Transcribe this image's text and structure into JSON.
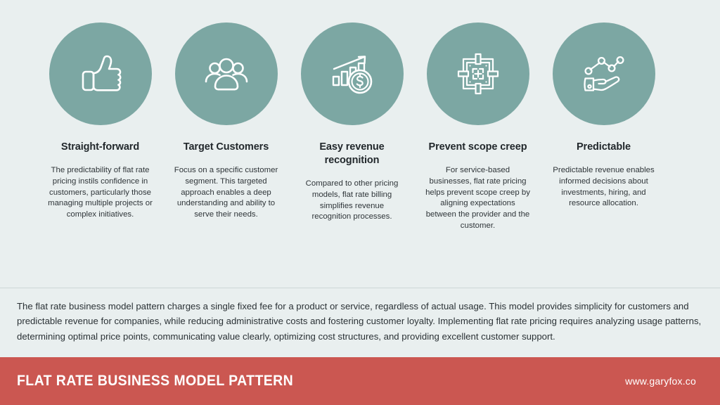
{
  "theme": {
    "background": "#e9efef",
    "circle_color": "#7ca7a3",
    "footer_color": "#cb5751",
    "text_color": "#2b3236",
    "icon_color": "#ffffff"
  },
  "cards": [
    {
      "icon": "thumbs-up-icon",
      "title": "Straight-forward",
      "body": "The predictability of flat rate pricing instils confidence in customers, particularly those managing multiple projects or complex initiatives."
    },
    {
      "icon": "group-of-people-icon",
      "title": "Target Customers",
      "body": "Focus on a specific customer segment. This targeted approach enables a deep understanding and ability to serve their needs."
    },
    {
      "icon": "bar-chart-with-dollar-coin-icon",
      "title": "Easy revenue recognition",
      "body": "Compared to other pricing models, flat rate billing simplifies revenue recognition processes."
    },
    {
      "icon": "crosshair-target-frame-icon",
      "title": "Prevent scope creep",
      "body": "For service-based businesses, flat rate pricing helps prevent scope creep by aligning expectations between the provider and the customer."
    },
    {
      "icon": "hand-holding-line-chart-icon",
      "title": "Predictable",
      "body": "Predictable revenue enables informed decisions about investments, hiring, and resource allocation."
    }
  ],
  "summary": "The flat rate business model pattern charges a single fixed fee for a product or service, regardless of actual usage. This model provides simplicity for customers and predictable revenue for companies, while reducing administrative costs and fostering customer loyalty. Implementing flat rate pricing requires analyzing usage patterns, determining optimal price points, communicating value clearly, optimizing cost structures, and providing excellent customer support.",
  "footer": {
    "title": "FLAT RATE BUSINESS MODEL PATTERN",
    "url": "www.garyfox.co"
  }
}
